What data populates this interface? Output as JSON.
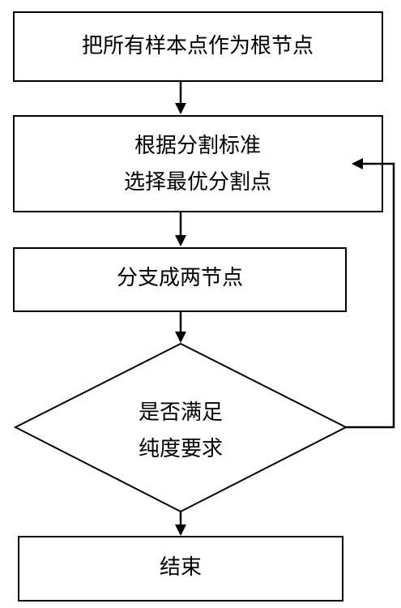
{
  "flowchart": {
    "nodes": {
      "start": {
        "label": "把所有样本点作为根节点"
      },
      "select_split": {
        "line1": "根据分割标准",
        "line2": "选择最优分割点"
      },
      "branch": {
        "label": "分支成两节点"
      },
      "purity_check": {
        "line1": "是否满足",
        "line2": "纯度要求"
      },
      "end": {
        "label": "结束"
      }
    },
    "edges": [
      {
        "from": "start",
        "to": "select_split"
      },
      {
        "from": "select_split",
        "to": "branch"
      },
      {
        "from": "branch",
        "to": "purity_check"
      },
      {
        "from": "purity_check",
        "to": "end"
      },
      {
        "from": "purity_check",
        "to": "select_split",
        "route": "loop-right"
      }
    ],
    "colors": {
      "stroke": "#000000",
      "fill": "#ffffff",
      "text": "#000000"
    }
  }
}
